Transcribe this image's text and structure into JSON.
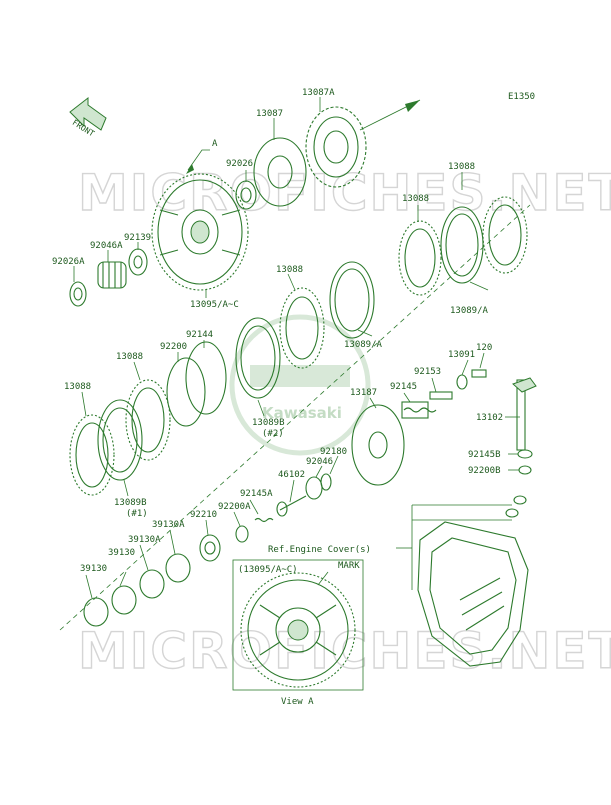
{
  "diagram": {
    "code": "E1350",
    "front_label": "FRONT",
    "watermark": "MICROFICHES.NET",
    "brand": "Kawasaki",
    "ref_note": "Ref.Engine Cover(s)",
    "view_caption": "View A",
    "view_part": "(13095/A~C)",
    "mark_label": "MARK",
    "arrow_a": "A",
    "labels": {
      "p13087A": "13087A",
      "p13087": "13087",
      "pA": "A",
      "p92026": "92026",
      "p13088_top": "13088",
      "p13088_mid": "13088",
      "p92139": "92139",
      "p92046A": "92046A",
      "p92026A": "92026A",
      "p13095": "13095/A~C",
      "p13089A_right": "13089/A",
      "p13088_c": "13088",
      "p13089A_c": "13089/A",
      "p92144": "92144",
      "p92200": "92200",
      "p13088_left": "13088",
      "p13088_leftfar": "13088",
      "p13089B2": "13089B",
      "p13089B2_sub": "(#2)",
      "p13089B1": "13089B",
      "p13089B1_sub": "(#1)",
      "p13091": "13091",
      "p120": "120",
      "p92153": "92153",
      "p92145": "92145",
      "p13187": "13187",
      "p13102": "13102",
      "p92180": "92180",
      "p92046": "92046",
      "p46102": "46102",
      "p92145A": "92145A",
      "p92200A": "92200A",
      "p92210": "92210",
      "p39130A_1": "39130A",
      "p39130_1": "39130",
      "p39130A_2": "39130A",
      "p39130_2": "39130",
      "p92145B": "92145B",
      "p92200B": "92200B"
    }
  }
}
